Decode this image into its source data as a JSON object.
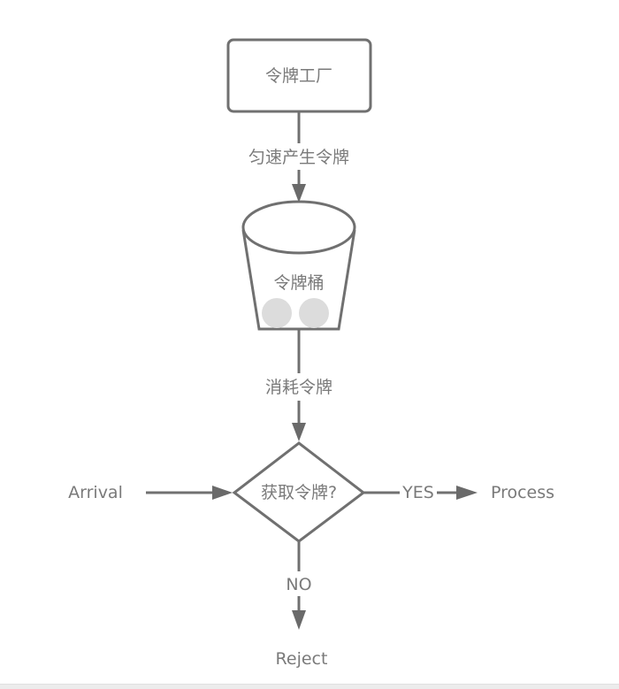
{
  "nodes": {
    "factory": "令牌工厂",
    "bucket": "令牌桶",
    "decision": "获取令牌?",
    "arrival": "Arrival",
    "process": "Process",
    "reject": "Reject"
  },
  "edges": {
    "generate": "匀速产生令牌",
    "consume": "消耗令牌",
    "yes": "YES",
    "no": "NO"
  },
  "bucket_tokens": 2
}
